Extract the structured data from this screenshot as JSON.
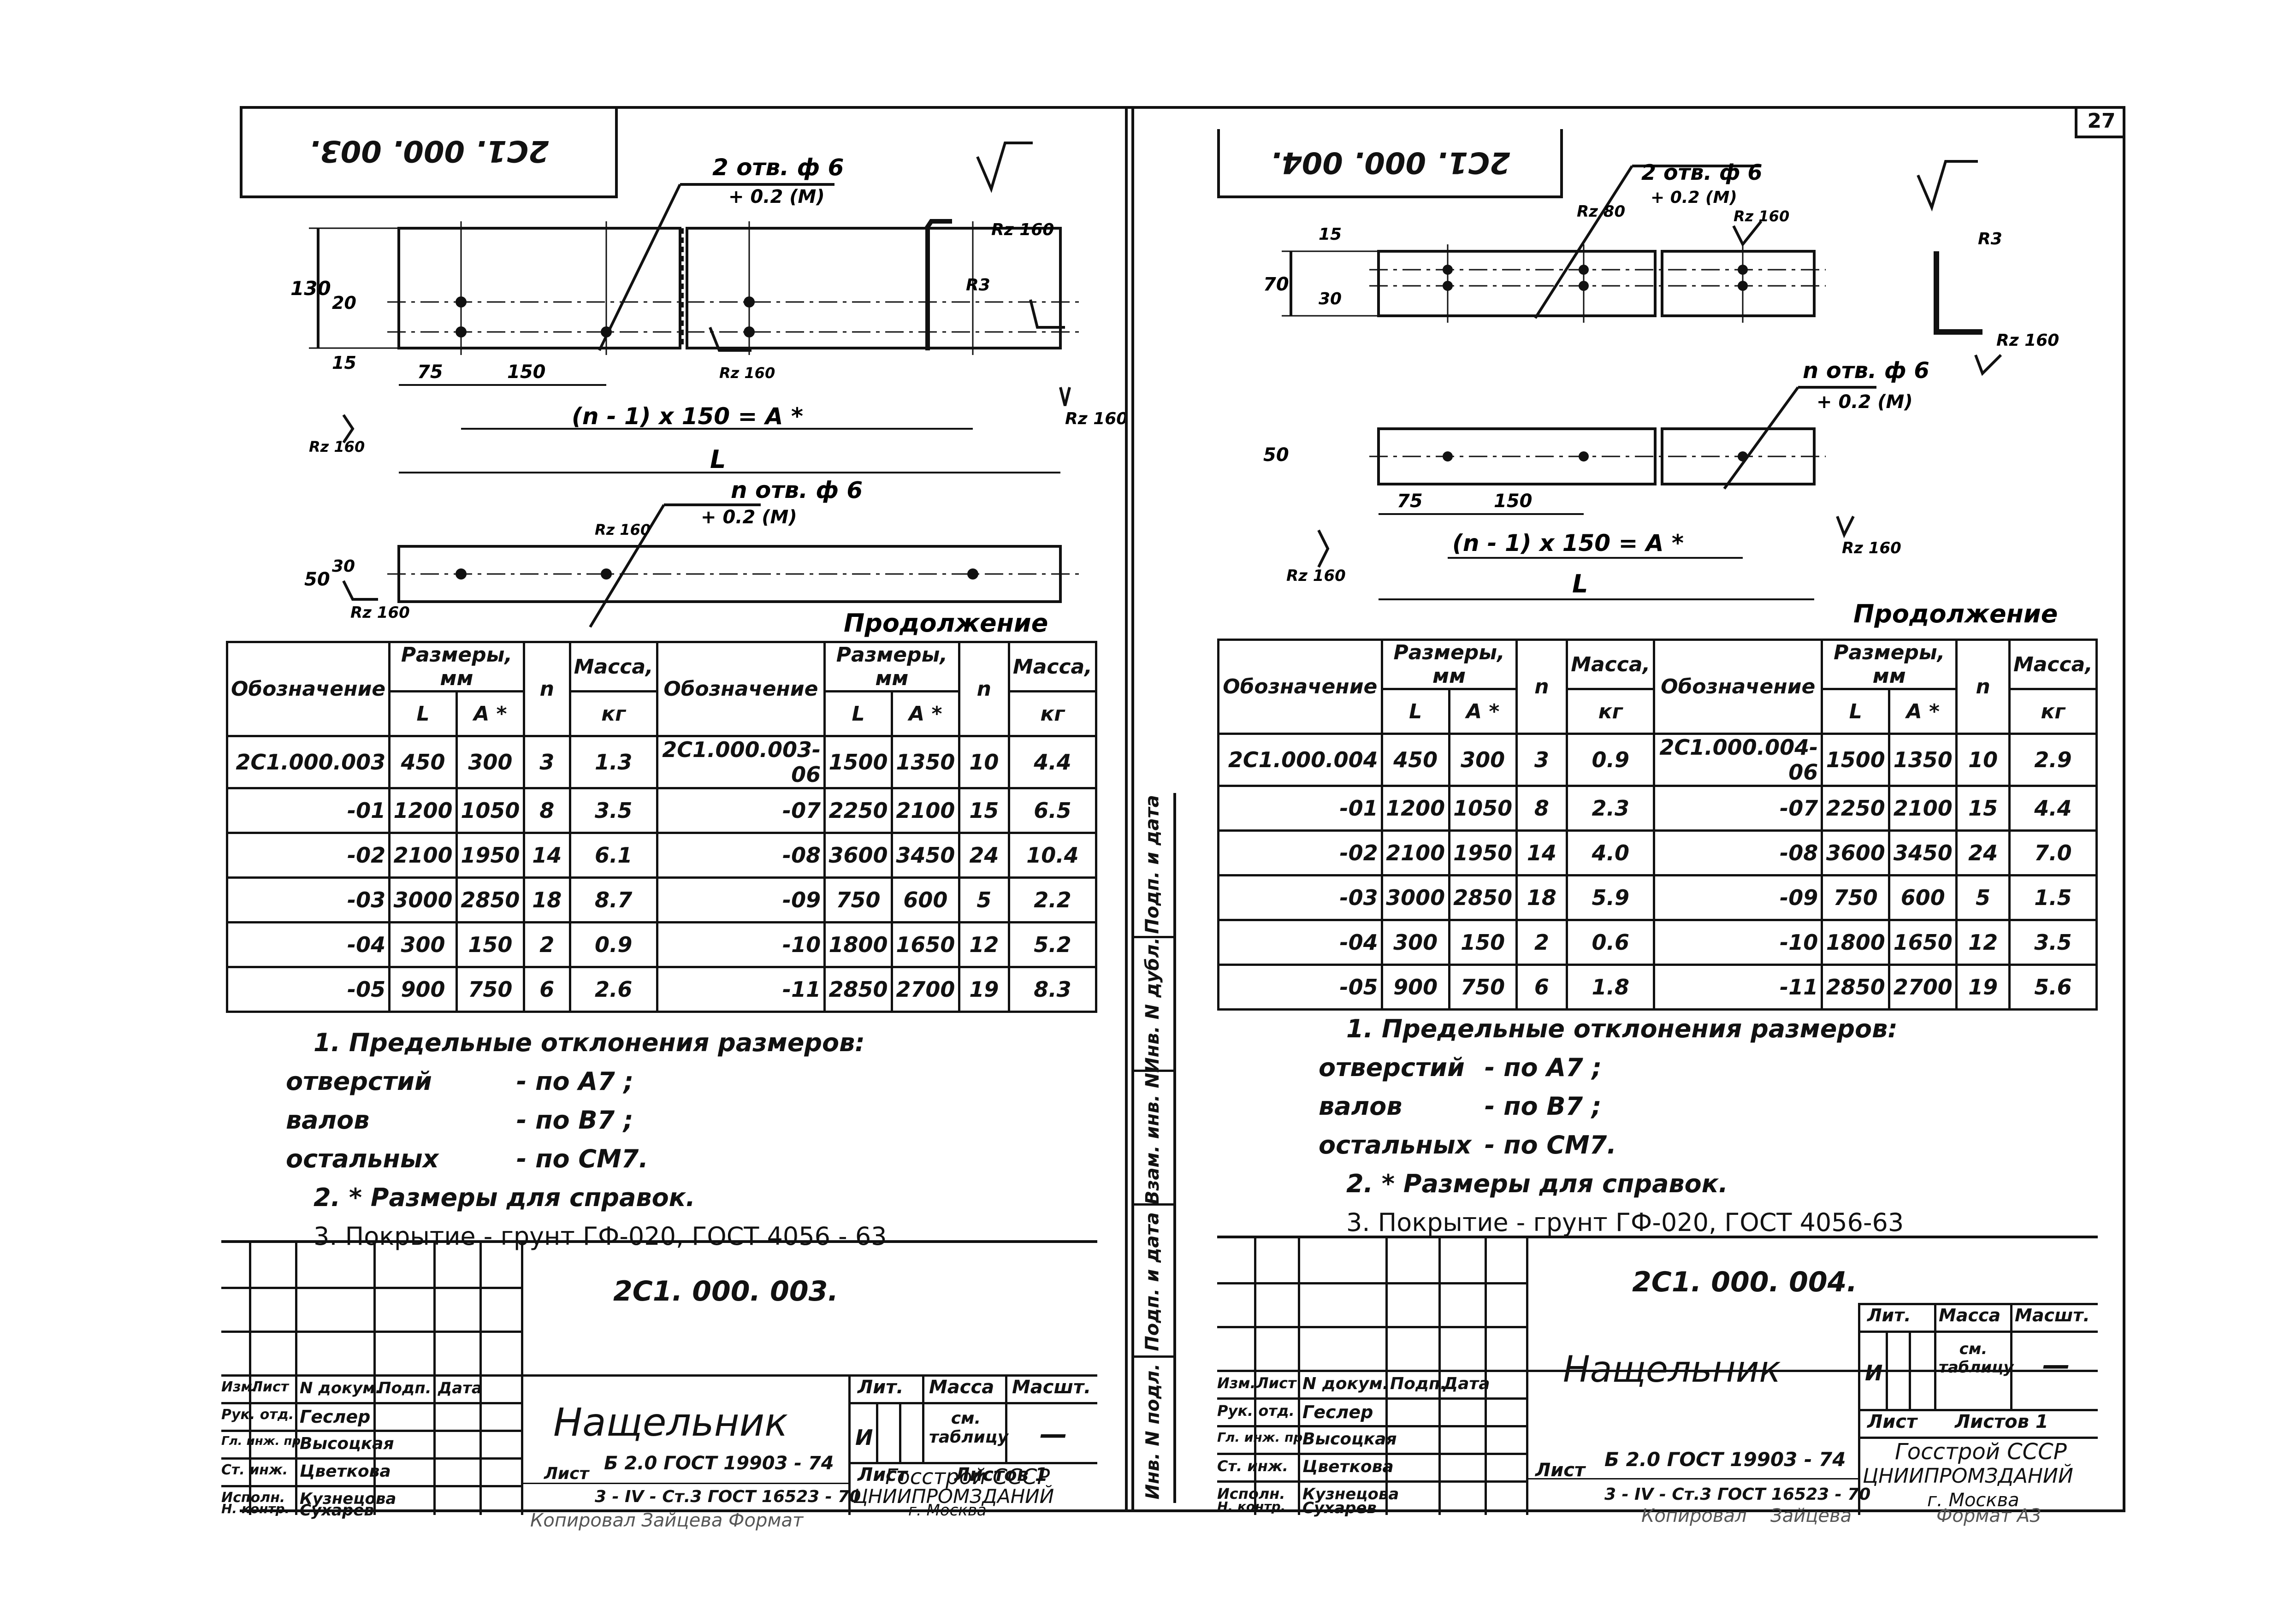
{
  "page_number": "27",
  "left": {
    "code_top": "2С1. 000. 003.",
    "holes_top": "2 отв. ф 6",
    "tol_top": "+ 0.2 (М)",
    "holes_bottom": "n отв. ф 6",
    "tol_bottom": "+ 0.2 (М)",
    "dims": {
      "h130": "130",
      "h20": "20",
      "h15": "15",
      "d75": "75",
      "d150": "150",
      "chain": "(n - 1) x 150 = A *",
      "L": "L",
      "h50": "50",
      "h30": "30"
    },
    "rough": {
      "r1": "Rz 160",
      "r2": "Rz 160",
      "r3": "Rz 160",
      "r4": "Rz 160",
      "r5": "Rz 160",
      "r6": "Rz 160",
      "r3s": "R3"
    },
    "continuation": "Продолжение",
    "table_headers": {
      "designation": "Обозначение",
      "sizes": "Размеры, мм",
      "L": "L",
      "A": "A *",
      "n": "n",
      "mass": "Масса,",
      "kg": "кг"
    },
    "rows_left": [
      {
        "d": "2С1.000.003",
        "L": "450",
        "A": "300",
        "n": "3",
        "m": "1.3"
      },
      {
        "d": "-01",
        "L": "1200",
        "A": "1050",
        "n": "8",
        "m": "3.5"
      },
      {
        "d": "-02",
        "L": "2100",
        "A": "1950",
        "n": "14",
        "m": "6.1"
      },
      {
        "d": "-03",
        "L": "3000",
        "A": "2850",
        "n": "18",
        "m": "8.7"
      },
      {
        "d": "-04",
        "L": "300",
        "A": "150",
        "n": "2",
        "m": "0.9"
      },
      {
        "d": "-05",
        "L": "900",
        "A": "750",
        "n": "6",
        "m": "2.6"
      }
    ],
    "rows_right": [
      {
        "d": "2С1.000.003-06",
        "L": "1500",
        "A": "1350",
        "n": "10",
        "m": "4.4"
      },
      {
        "d": "-07",
        "L": "2250",
        "A": "2100",
        "n": "15",
        "m": "6.5"
      },
      {
        "d": "-08",
        "L": "3600",
        "A": "3450",
        "n": "24",
        "m": "10.4"
      },
      {
        "d": "-09",
        "L": "750",
        "A": "600",
        "n": "5",
        "m": "2.2"
      },
      {
        "d": "-10",
        "L": "1800",
        "A": "1650",
        "n": "12",
        "m": "5.2"
      },
      {
        "d": "-11",
        "L": "2850",
        "A": "2700",
        "n": "19",
        "m": "8.3"
      }
    ],
    "notes": {
      "n1": "1. Предельные отклонения размеров:",
      "n1a_label": "отверстий",
      "n1a_val": "- по А7 ;",
      "n1b_label": "валов",
      "n1b_val": "- по В7 ;",
      "n1c_label": "остальных",
      "n1c_val": "- по СМ7.",
      "n2": "2. * Размеры для справок.",
      "n3": "3. Покрытие - грунт ГФ-020, ГОСТ 4056 - 63"
    },
    "stamp": {
      "code": "2С1. 000. 003.",
      "name": "Нащельник",
      "lit": "Лит.",
      "massa": "Масса",
      "masshtab": "Масшт.",
      "u": "И",
      "mass_val": "см. таблицу",
      "scale_val": "—",
      "list": "Лист",
      "listov": "Листов 1",
      "izm": "Изм.",
      "list_col": "Лист",
      "doc": "N докум.",
      "podp": "Подп.",
      "data": "Дата",
      "r1": "Рук. отд.",
      "p1": "Геслер",
      "r2": "Гл. инж. пр.",
      "p2": "Высоцкая",
      "r3": "Ст. инж.",
      "p3": "Цветкова",
      "r4": "Исполн.",
      "p4": "Кузнецова",
      "r5": "Н. контр.",
      "p5": "Сухарев",
      "material1": "Б 2.0 ГОСТ 19903 - 74",
      "material2": "3 - IV - Ст.3 ГОСТ 16523 - 70",
      "org1": "Госстрой СССР",
      "org2": "ЦНИИПРОМЗДАНИЙ",
      "org3": "г. Москва"
    },
    "footer": "Копировал   Зайцева   Формат"
  },
  "right": {
    "code_top": "2С1. 000. 004.",
    "holes_top": "2 отв. ф 6",
    "tol_top": "+ 0.2 (М)",
    "holes_bottom": "n отв. ф 6",
    "tol_bottom": "+ 0.2 (М)",
    "dims": {
      "h15": "15",
      "h70": "70",
      "h30": "30",
      "h50": "50",
      "d75": "75",
      "d150": "150",
      "chain": "(n - 1) x 150 = A *",
      "L": "L"
    },
    "rough": {
      "r1": "Rz 80",
      "r2": "Rz 160",
      "r3": "Rz 160",
      "r4": "Rz 160",
      "r5": "Rz 160",
      "r3s": "R3"
    },
    "continuation": "Продолжение",
    "table_headers": {
      "designation": "Обозначение",
      "sizes": "Размеры, мм",
      "L": "L",
      "A": "A *",
      "n": "n",
      "mass": "Масса,",
      "kg": "кг"
    },
    "rows_left": [
      {
        "d": "2С1.000.004",
        "L": "450",
        "A": "300",
        "n": "3",
        "m": "0.9"
      },
      {
        "d": "-01",
        "L": "1200",
        "A": "1050",
        "n": "8",
        "m": "2.3"
      },
      {
        "d": "-02",
        "L": "2100",
        "A": "1950",
        "n": "14",
        "m": "4.0"
      },
      {
        "d": "-03",
        "L": "3000",
        "A": "2850",
        "n": "18",
        "m": "5.9"
      },
      {
        "d": "-04",
        "L": "300",
        "A": "150",
        "n": "2",
        "m": "0.6"
      },
      {
        "d": "-05",
        "L": "900",
        "A": "750",
        "n": "6",
        "m": "1.8"
      }
    ],
    "rows_right": [
      {
        "d": "2С1.000.004-06",
        "L": "1500",
        "A": "1350",
        "n": "10",
        "m": "2.9"
      },
      {
        "d": "-07",
        "L": "2250",
        "A": "2100",
        "n": "15",
        "m": "4.4"
      },
      {
        "d": "-08",
        "L": "3600",
        "A": "3450",
        "n": "24",
        "m": "7.0"
      },
      {
        "d": "-09",
        "L": "750",
        "A": "600",
        "n": "5",
        "m": "1.5"
      },
      {
        "d": "-10",
        "L": "1800",
        "A": "1650",
        "n": "12",
        "m": "3.5"
      },
      {
        "d": "-11",
        "L": "2850",
        "A": "2700",
        "n": "19",
        "m": "5.6"
      }
    ],
    "notes": {
      "n1": "1. Предельные отклонения размеров:",
      "n1a_label": "отверстий",
      "n1a_val": "- по А7 ;",
      "n1b_label": "валов",
      "n1b_val": "- по В7 ;",
      "n1c_label": "остальных",
      "n1c_val": "- по СМ7.",
      "n2": "2. * Размеры для справок.",
      "n3": "3. Покрытие - грунт ГФ-020, ГОСТ 4056-63"
    },
    "stamp": {
      "code": "2С1. 000. 004.",
      "name": "Нащельник",
      "lit": "Лит.",
      "massa": "Масса",
      "masshtab": "Масшт.",
      "u": "И",
      "mass_val": "см. таблицу",
      "scale_val": "—",
      "list": "Лист",
      "listov": "Листов 1",
      "izm": "Изм.",
      "list_col": "Лист",
      "doc": "N докум.",
      "podp": "Подп.",
      "data": "Дата",
      "r1": "Рук. отд.",
      "p1": "Геслер",
      "r2": "Гл. инж. пр.",
      "p2": "Высоцкая",
      "r3": "Ст. инж.",
      "p3": "Цветкова",
      "r4": "Исполн.",
      "p4": "Кузнецова",
      "r5": "Н. контр.",
      "p5": "Сухарев",
      "material1": "Б 2.0 ГОСТ 19903 - 74",
      "material2": "3 - IV - Ст.3 ГОСТ 16523 - 70",
      "org1": "Госстрой СССР",
      "org2": "ЦНИИПРОМЗДАНИЙ",
      "org3": "г. Москва"
    },
    "side_labels": [
      "Подп. и дата",
      "Инв. N дубл.",
      "Взам. инв. N",
      "Подп. и дата",
      "Инв. N подл."
    ],
    "footer_copy": "Копировал",
    "footer_name": "Зайцева",
    "footer_format": "Формат А3"
  }
}
